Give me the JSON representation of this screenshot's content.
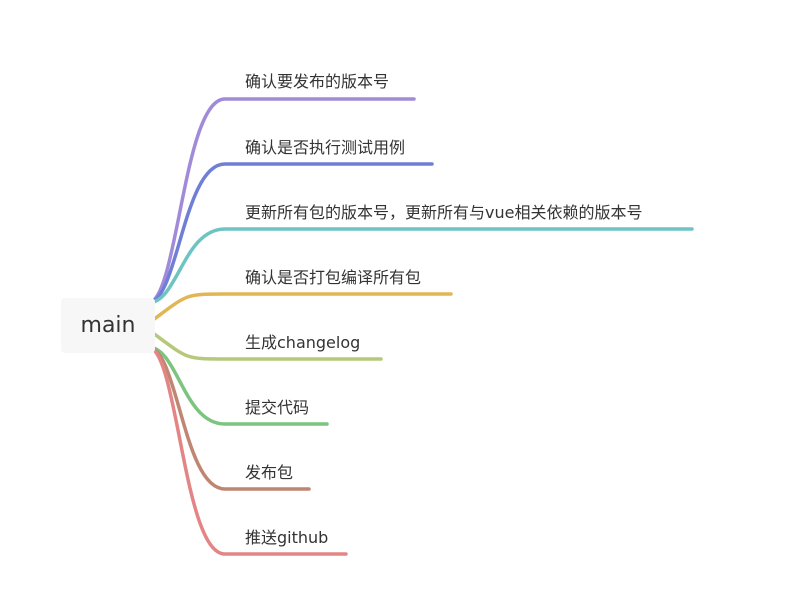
{
  "root": {
    "label": "main"
  },
  "branches": [
    {
      "label": "确认要发布的版本号",
      "color": "#a18bd9"
    },
    {
      "label": "确认是否执行测试用例",
      "color": "#6f7fd6"
    },
    {
      "label": "更新所有包的版本号，更新所有与vue相关依赖的版本号",
      "color": "#6ec3c3"
    },
    {
      "label": "确认是否打包编译所有包",
      "color": "#e2b654"
    },
    {
      "label": "生成changelog",
      "color": "#b5c97a"
    },
    {
      "label": "提交代码",
      "color": "#7cc47f"
    },
    {
      "label": "发布包",
      "color": "#bf8672"
    },
    {
      "label": "推送github",
      "color": "#e38585"
    }
  ]
}
